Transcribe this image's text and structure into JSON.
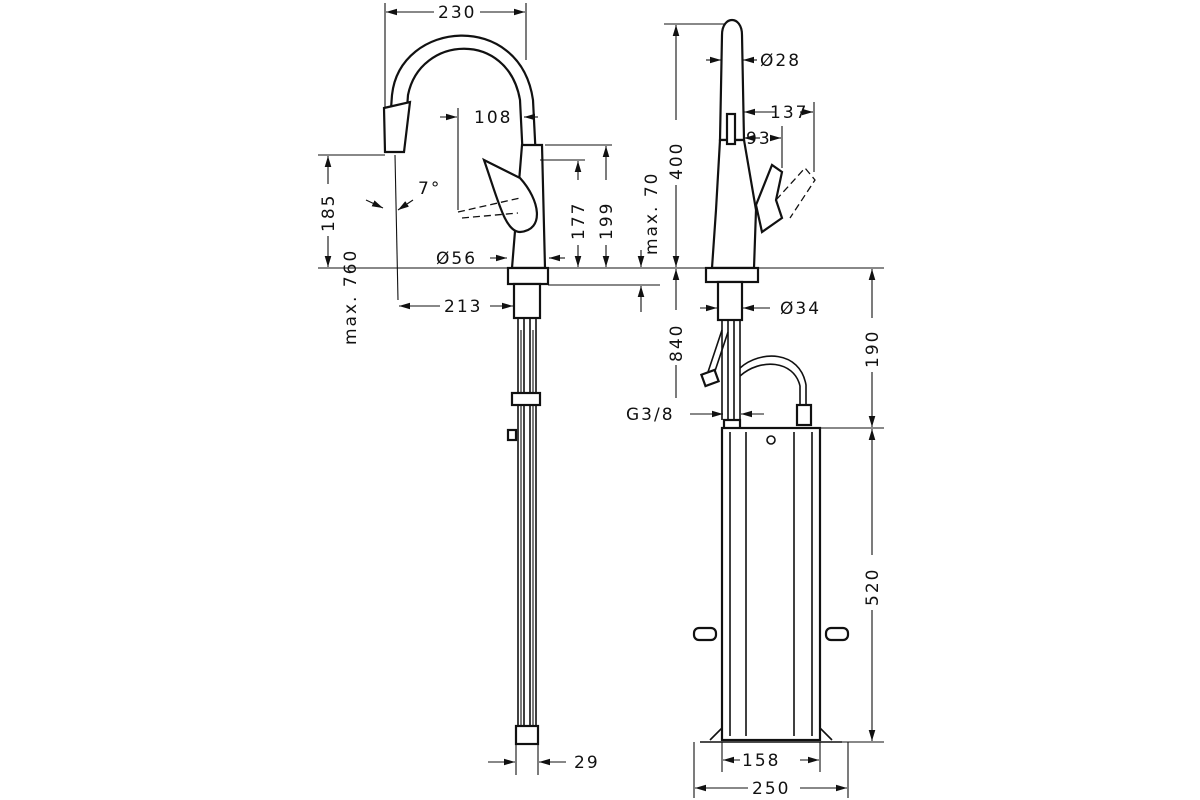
{
  "dimensions": {
    "spout_reach": "230",
    "handle_offset": "108",
    "spout_height": "185",
    "spray_angle": "7°",
    "max_760": "max. 760",
    "body_177": "177",
    "body_199": "199",
    "max_70": "max. 70",
    "base_dia": "Ø56",
    "reach_213": "213",
    "hose_29": "29",
    "height_400": "400",
    "spout_dia": "Ø28",
    "handle_137": "137",
    "handle_93": "93",
    "shank_dia": "Ø34",
    "depth_840": "840",
    "depth_190": "190",
    "thread": "G3/8",
    "box_520": "520",
    "width_158": "158",
    "width_250": "250"
  }
}
